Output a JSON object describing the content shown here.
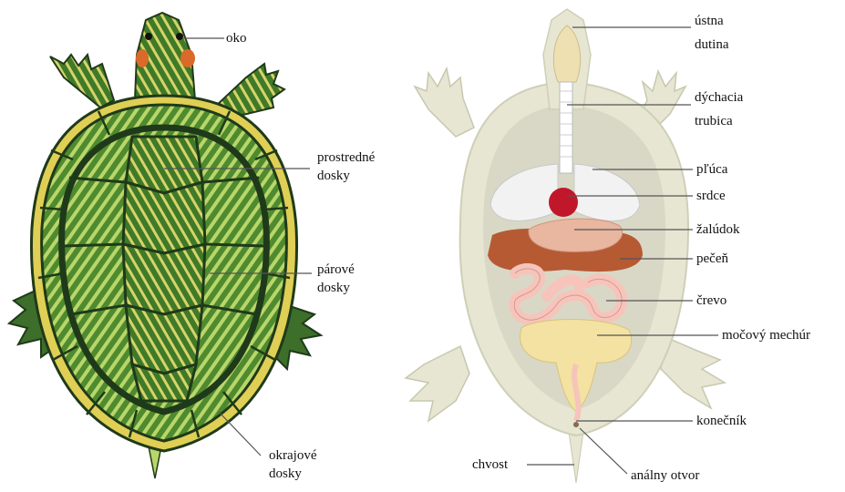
{
  "left_labels": {
    "eye": "oko",
    "middle_scutes": [
      "prostredné",
      "dosky"
    ],
    "paired_scutes": [
      "párové",
      "dosky"
    ],
    "marginal_scutes": [
      "okrajové",
      "dosky"
    ]
  },
  "right_labels": {
    "oral_cavity": [
      "ústna",
      "dutina"
    ],
    "trachea": [
      "dýchacia",
      "trubica"
    ],
    "lungs": "pľúca",
    "heart": "srdce",
    "stomach": "žalúdok",
    "liver": "pečeň",
    "intestine": "črevo",
    "bladder": "močový mechúr",
    "rectum": "konečník",
    "tail": "chvost",
    "anus": "análny otvor"
  },
  "colors": {
    "shell_dark": "#1f3a1a",
    "shell_green": "#4f8a2e",
    "shell_light": "#b9d66a",
    "shell_yellow": "#e0cf55",
    "body_pale": "#e6e6d2",
    "shell_inside": "#d9d8c6",
    "lungs": "#f2f2f2",
    "heart": "#c0182a",
    "liver": "#b65a34",
    "stomach": "#e9b6a0",
    "intestine": "#f6c4ba",
    "bladder": "#f3e2a2",
    "leader": "#555555"
  }
}
